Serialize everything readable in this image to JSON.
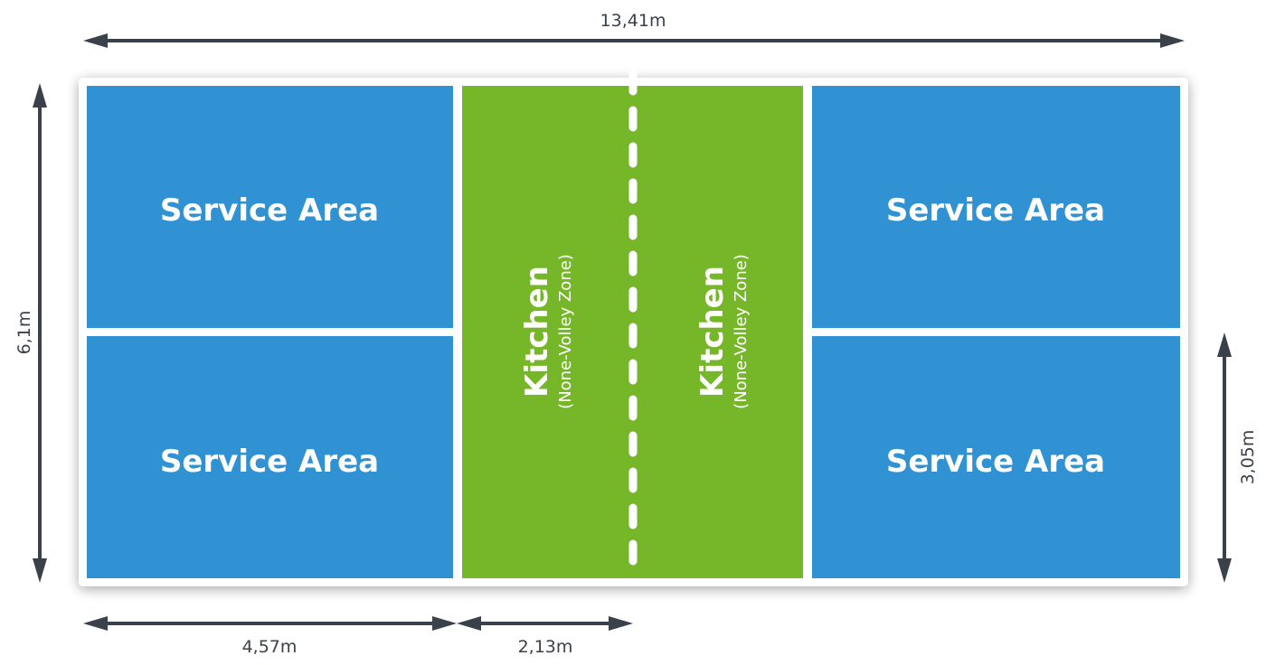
{
  "title": "Pickleball Court Dimensions",
  "colors": {
    "service_area": "#3192d3",
    "kitchen": "#76b72a",
    "court_lines": "#ffffff",
    "arrows": "#3a414a",
    "dimension_text": "#3a414a"
  },
  "dimensions": {
    "total_length": "13,41m",
    "total_width": "6,1m",
    "half_width": "3,05m",
    "service_length": "4,57m",
    "kitchen_length": "2,13m"
  },
  "zones": {
    "service_area_left_top": "Service Area",
    "service_area_left_bottom": "Service Area",
    "service_area_right_top": "Service Area",
    "service_area_right_bottom": "Service Area",
    "kitchen_left": {
      "title": "Kitchen",
      "subtitle": "(None-Volley Zone)"
    },
    "kitchen_right": {
      "title": "Kitchen",
      "subtitle": "(None-Volley Zone)"
    }
  },
  "net_line": "dashed-centerline"
}
